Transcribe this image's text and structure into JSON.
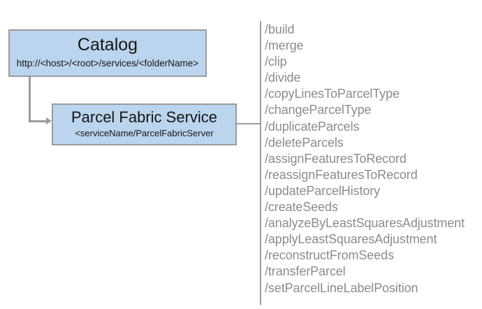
{
  "diagram": {
    "type": "service-architecture-diagram",
    "nodes": [
      {
        "id": "catalog",
        "title": "Catalog",
        "subtitle": "http://<host>/<root>/services/<folderName>"
      },
      {
        "id": "parcel-fabric-service",
        "title": "Parcel Fabric Service",
        "subtitle": "<serviceName/ParcelFabricServer"
      }
    ],
    "operations": [
      "/build",
      "/merge",
      "/clip",
      "/divide",
      "/copyLinesToParcelType",
      "/changeParcelType",
      "/duplicateParcels",
      "/deleteParcels",
      "/assignFeaturesToRecord",
      "/reassignFeaturesToRecord",
      "/updateParcelHistory",
      "/createSeeds",
      "/analyzeByLeastSquaresAdjustment",
      "/applyLeastSquaresAdjustment",
      "/reconstructFromSeeds",
      "/transferParcel",
      "/setParcelLineLabelPosition"
    ],
    "colors": {
      "node_fill": "#bbd5ee",
      "node_border": "#9b9b9b",
      "connector": "#9b9b9b",
      "operation_text": "#8c8c8c",
      "node_text": "#151515",
      "background": "#ffffff"
    }
  }
}
